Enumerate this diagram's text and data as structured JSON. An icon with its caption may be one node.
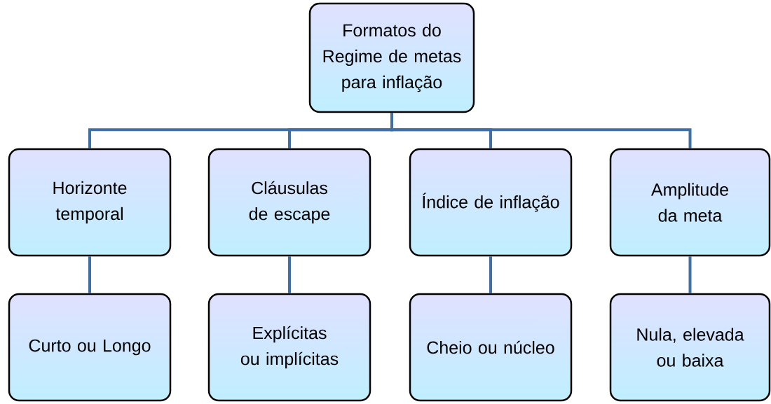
{
  "diagram": {
    "nodes": [
      {
        "text": [
          "Formatos do Regime de metas para inflação"
        ]
      },
      {
        "text": [
          "Horizonte temporal"
        ]
      },
      {
        "text": [
          "Cláusulas de escape"
        ]
      },
      {
        "text": [
          "Índice de inflação"
        ]
      },
      {
        "text": [
          "Amplitude da meta"
        ]
      },
      {
        "text": [
          "Curto ou Longo"
        ]
      },
      {
        "text": [
          "Explícitas ou implícitas"
        ]
      },
      {
        "text": [
          "Cheio ou núcleo"
        ]
      },
      {
        "text": [
          "Nula, elevada ou baixa"
        ]
      }
    ],
    "edges": [
      {
        "from": 0,
        "to": 1,
        "arrow": "none"
      },
      {
        "from": 0,
        "to": 2,
        "arrow": "none"
      },
      {
        "from": 0,
        "to": 3,
        "arrow": "none"
      },
      {
        "from": 0,
        "to": 4,
        "arrow": "none"
      },
      {
        "from": 1,
        "to": 5,
        "arrow": "none"
      },
      {
        "from": 2,
        "to": 6,
        "arrow": "none"
      },
      {
        "from": 3,
        "to": 7,
        "arrow": "none"
      },
      {
        "from": 4,
        "to": 8,
        "arrow": "none"
      }
    ]
  }
}
